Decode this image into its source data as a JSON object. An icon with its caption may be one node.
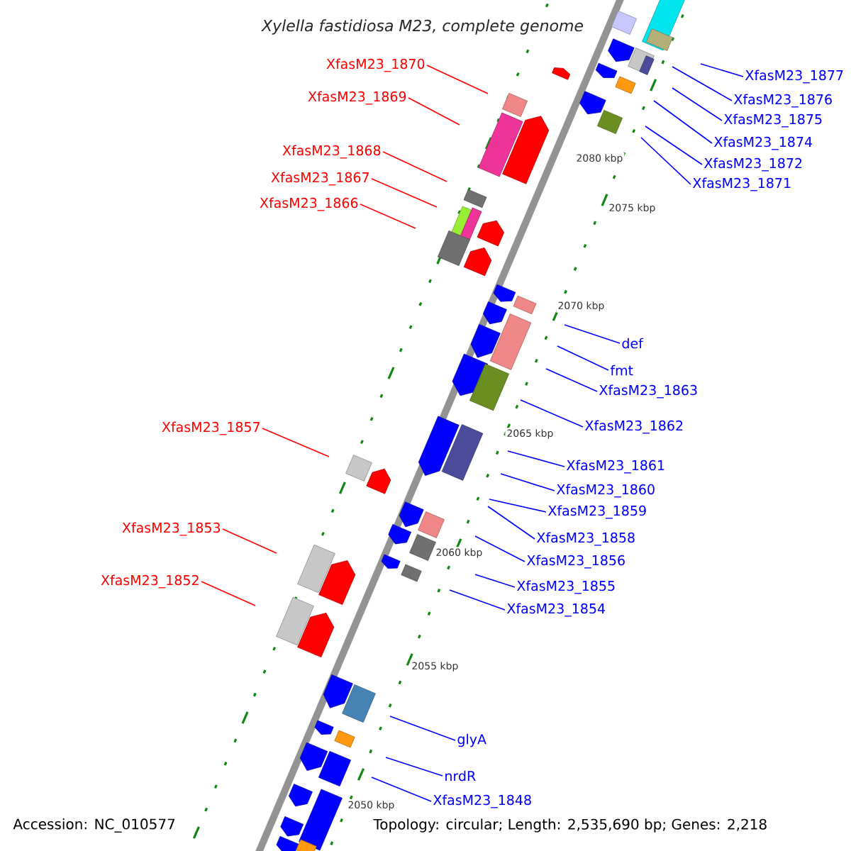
{
  "diagram": {
    "title": "Xylella fastidiosa M23, complete genome",
    "nodes": [
      {
        "text": [
          "XfasM23_1870"
        ]
      },
      {
        "text": [
          "XfasM23_1869"
        ]
      },
      {
        "text": [
          "XfasM23_1868"
        ]
      },
      {
        "text": [
          "XfasM23_1867"
        ]
      },
      {
        "text": [
          "XfasM23_1866"
        ]
      },
      {
        "text": [
          "XfasM23_1857"
        ]
      },
      {
        "text": [
          "XfasM23_1853"
        ]
      },
      {
        "text": [
          "XfasM23_1852"
        ]
      },
      {
        "text": [
          "XfasM23_1877"
        ]
      },
      {
        "text": [
          "XfasM23_1876"
        ]
      },
      {
        "text": [
          "XfasM23_1875"
        ]
      },
      {
        "text": [
          "XfasM23_1874"
        ]
      },
      {
        "text": [
          "XfasM23_1872"
        ]
      },
      {
        "text": [
          "XfasM23_1871"
        ]
      },
      {
        "text": [
          "def"
        ]
      },
      {
        "text": [
          "fmt"
        ]
      },
      {
        "text": [
          "XfasM23_1863"
        ]
      },
      {
        "text": [
          "XfasM23_1862"
        ]
      },
      {
        "text": [
          "XfasM23_1861"
        ]
      },
      {
        "text": [
          "XfasM23_1860"
        ]
      },
      {
        "text": [
          "XfasM23_1859"
        ]
      },
      {
        "text": [
          "XfasM23_1858"
        ]
      },
      {
        "text": [
          "XfasM23_1856"
        ]
      },
      {
        "text": [
          "XfasM23_1855"
        ]
      },
      {
        "text": [
          "XfasM23_1854"
        ]
      },
      {
        "text": [
          "glyA"
        ]
      },
      {
        "text": [
          "nrdR"
        ]
      },
      {
        "text": [
          "XfasM23_1848"
        ]
      }
    ],
    "edges": [
      {
        "from": 0,
        "to": null,
        "arrow": "none",
        "color": "#ff0000"
      },
      {
        "from": 1,
        "to": null,
        "arrow": "none",
        "color": "#ff0000"
      },
      {
        "from": 2,
        "to": null,
        "arrow": "none",
        "color": "#ff0000"
      },
      {
        "from": 3,
        "to": null,
        "arrow": "none",
        "color": "#ff0000"
      },
      {
        "from": 4,
        "to": null,
        "arrow": "none",
        "color": "#ff0000"
      },
      {
        "from": 5,
        "to": null,
        "arrow": "none",
        "color": "#ff0000"
      },
      {
        "from": 6,
        "to": null,
        "arrow": "none",
        "color": "#ff0000"
      },
      {
        "from": 7,
        "to": null,
        "arrow": "none",
        "color": "#ff0000"
      },
      {
        "from": 8,
        "to": null,
        "arrow": "none"
      },
      {
        "from": 9,
        "to": null,
        "arrow": "none"
      },
      {
        "from": 10,
        "to": null,
        "arrow": "none"
      },
      {
        "from": 11,
        "to": null,
        "arrow": "none"
      },
      {
        "from": 12,
        "to": null,
        "arrow": "none"
      },
      {
        "from": 13,
        "to": null,
        "arrow": "none"
      },
      {
        "from": 14,
        "to": null,
        "arrow": "none"
      },
      {
        "from": 15,
        "to": null,
        "arrow": "none"
      },
      {
        "from": 16,
        "to": null,
        "arrow": "none"
      },
      {
        "from": 17,
        "to": null,
        "arrow": "none"
      },
      {
        "from": 18,
        "to": null,
        "arrow": "none"
      },
      {
        "from": 19,
        "to": null,
        "arrow": "none"
      },
      {
        "from": 20,
        "to": null,
        "arrow": "none"
      },
      {
        "from": 21,
        "to": null,
        "arrow": "none"
      },
      {
        "from": 22,
        "to": null,
        "arrow": "none"
      },
      {
        "from": 23,
        "to": null,
        "arrow": "none"
      },
      {
        "from": 24,
        "to": null,
        "arrow": "none"
      },
      {
        "from": 25,
        "to": null,
        "arrow": "none"
      },
      {
        "from": 26,
        "to": null,
        "arrow": "none"
      },
      {
        "from": 27,
        "to": null,
        "arrow": "none"
      }
    ],
    "labels": [
      "2080 kbp",
      "2075 kbp",
      "2070 kbp",
      "2065 kbp",
      "2060 kbp",
      "2055 kbp",
      "2050 kbp",
      "Accession: NC_010577",
      "Topology: circular; Length: 2,535,690 bp; Genes: 2,218"
    ]
  }
}
